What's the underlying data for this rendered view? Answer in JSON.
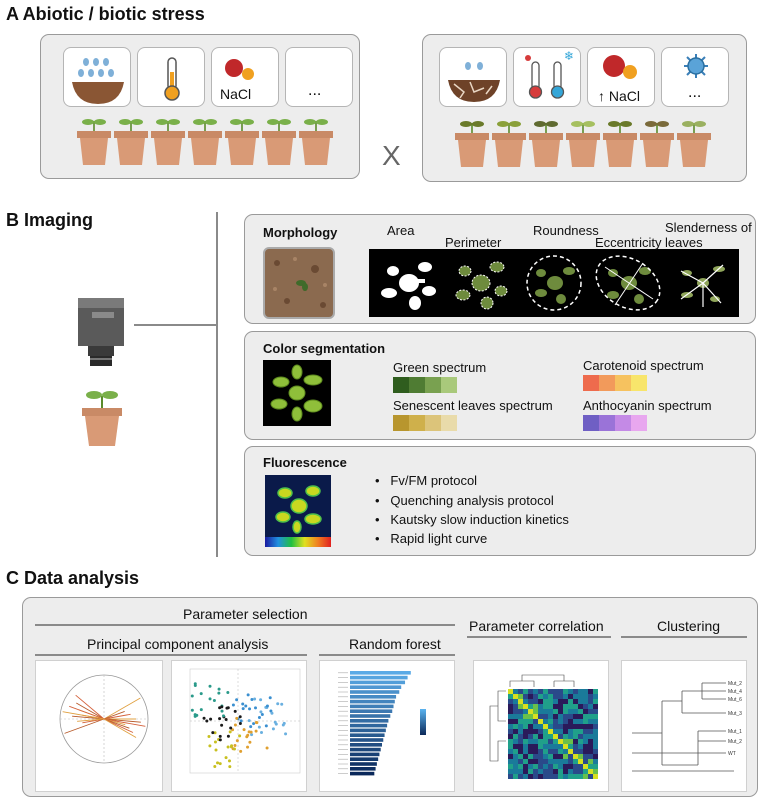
{
  "sectionA": {
    "title": "A Abiotic / biotic stress",
    "left_cards": [
      "water-drops-icon",
      "thermometer-icon",
      "salt-icon",
      "ellipsis"
    ],
    "left_nacl": "NaCl",
    "left_ellipsis": "...",
    "cross": "X",
    "right_nacl": "↑ NaCl",
    "right_ellipsis": "..."
  },
  "sectionB": {
    "title": "B Imaging",
    "morphology": {
      "title": "Morphology",
      "metrics": [
        "Area",
        "Perimeter",
        "Roundness",
        "Eccentricity",
        "Slenderness of leaves"
      ]
    },
    "color": {
      "title": "Color segmentation",
      "spectra": [
        {
          "label": "Green spectrum",
          "colors": [
            "#2f5d1e",
            "#4f7c33",
            "#79a150",
            "#a9c97b"
          ]
        },
        {
          "label": "Carotenoid spectrum",
          "colors": [
            "#ee6b4d",
            "#f29a5b",
            "#f6c25f",
            "#f8e56b"
          ]
        },
        {
          "label": "Senescent leaves spectrum",
          "colors": [
            "#b8962e",
            "#cfb04b",
            "#dcc47a",
            "#e9dbaa"
          ]
        },
        {
          "label": "Anthocyanin spectrum",
          "colors": [
            "#6f5fc4",
            "#9a73d8",
            "#c48ae6",
            "#e8a7ef"
          ]
        }
      ]
    },
    "fluorescence": {
      "title": "Fluorescence",
      "protocols": [
        "Fv/FM protocol",
        "Quenching analysis protocol",
        "Kautsky slow induction kinetics",
        "Rapid light curve"
      ]
    }
  },
  "sectionC": {
    "title": "C Data analysis",
    "parameter_selection": "Parameter selection",
    "pca": "Principal component analysis",
    "random_forest": "Random forest",
    "correlation": "Parameter correlation",
    "clustering": "Clustering",
    "rf_values": [
      0.95,
      0.9,
      0.86,
      0.8,
      0.77,
      0.72,
      0.7,
      0.68,
      0.66,
      0.63,
      0.6,
      0.58,
      0.56,
      0.54,
      0.52,
      0.5,
      0.48,
      0.46,
      0.44,
      0.42,
      0.4,
      0.38
    ],
    "cluster_labels": [
      "Mut_2",
      "Mut_4",
      "Mut_6",
      "Mut_3",
      "Mut_1",
      "Mut_2",
      "WT"
    ]
  }
}
